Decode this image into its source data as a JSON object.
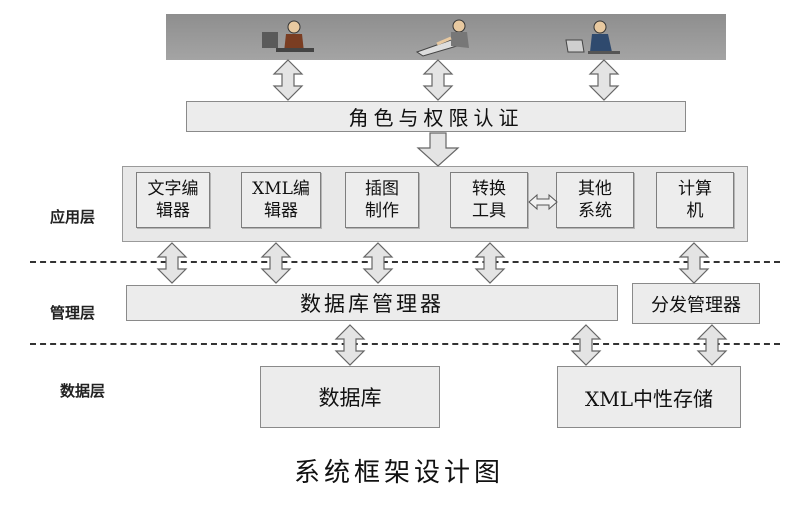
{
  "top_bar": {
    "users": [
      {
        "icon": "person-at-desk-icon"
      },
      {
        "icon": "person-typing-icon"
      },
      {
        "icon": "person-with-laptop-icon"
      }
    ]
  },
  "auth": {
    "label": "角色与权限认证"
  },
  "layers": {
    "application": "应用层",
    "management": "管理层",
    "data": "数据层"
  },
  "app_modules": [
    {
      "label": "文字编\n辑器"
    },
    {
      "label": "XML编\n辑器"
    },
    {
      "label": "插图\n制作"
    },
    {
      "label": "转换\n工具"
    },
    {
      "label": "其他\n系统"
    },
    {
      "label": "计算\n机"
    }
  ],
  "management": {
    "db_manager": "数据库管理器",
    "dist_manager": "分发管理器"
  },
  "data": {
    "database": "数据库",
    "xml_storage": "XML中性存储"
  },
  "caption": "系统框架设计图"
}
